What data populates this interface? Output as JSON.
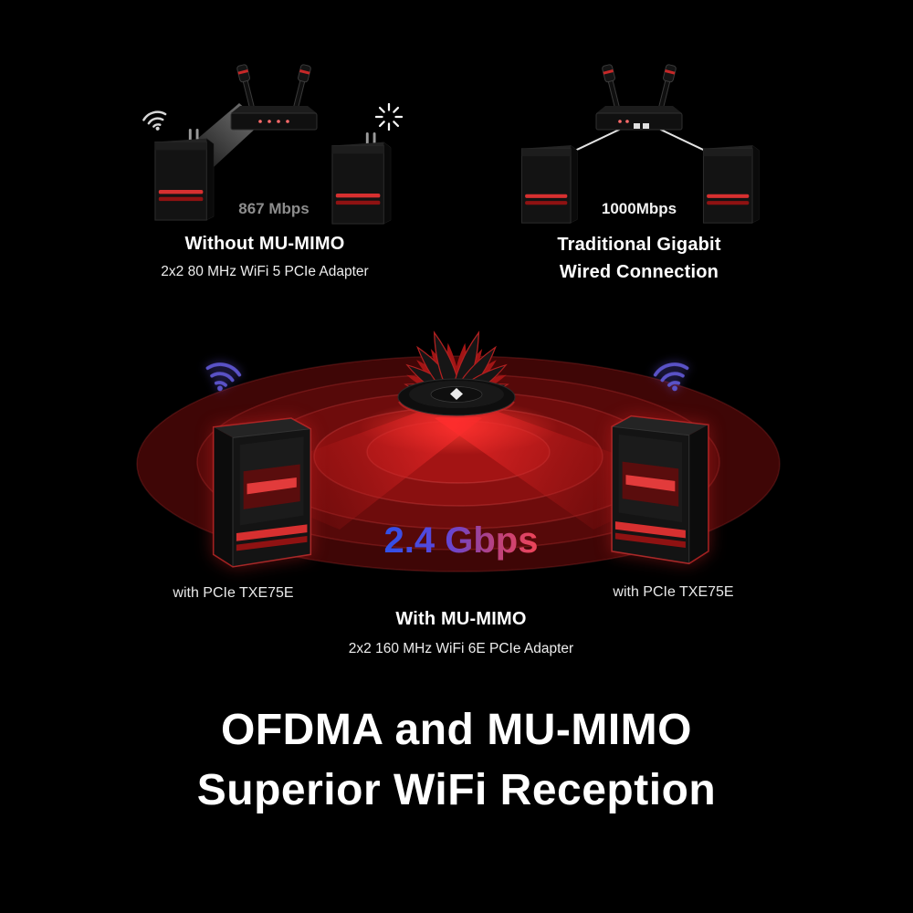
{
  "panels": {
    "without_mumimo": {
      "speed_label": "867 Mbps",
      "title": "Without MU-MIMO",
      "subtitle": "2x2 80 MHz WiFi 5 PCIe Adapter"
    },
    "wired": {
      "speed_label": "1000Mbps",
      "title_line1": "Traditional Gigabit",
      "title_line2": "Wired Connection"
    },
    "with_mumimo": {
      "speed_label": "2.4 Gbps",
      "pc_left_label": "with PCIe TXE75E",
      "pc_right_label": "with PCIe TXE75E",
      "title": "With MU-MIMO",
      "subtitle": "2x2 160 MHz WiFi 6E PCIe Adapter"
    }
  },
  "footer": {
    "heading_line1": "OFDMA and MU-MIMO",
    "heading_line2": "Superior WiFi Reception"
  },
  "icons": {
    "wifi": "wifi-icon (three arcs + dot)",
    "interference_burst": "interference-burst-icon (radiating star rays)",
    "router": "router-icon (two-antenna box with red LEDs)",
    "gaming_router": "gaming-router-icon (multi-antenna crown with diamond logo)",
    "pc_tower": "pc-tower-icon (dark case with red LED stripes)"
  },
  "colors": {
    "background": "#000000",
    "accent_red": "#c62828",
    "beam_red": "#e53935",
    "wave_red_dark": "#3f0606",
    "wifi_purple": "#5a52c7",
    "muted_gray": "#8d8d8d",
    "speed_gradient_start": "#3050e8",
    "speed_gradient_end": "#ef4558",
    "white": "#ffffff"
  }
}
